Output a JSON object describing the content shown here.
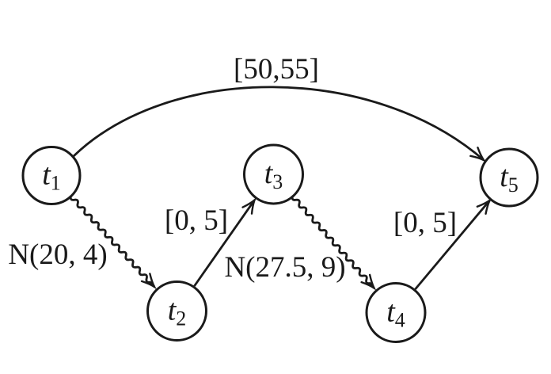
{
  "diagram": {
    "background": "#ffffff",
    "ink": "#1a1a1a",
    "nodes": [
      {
        "id": "t1",
        "base": "t",
        "sub": "1"
      },
      {
        "id": "t2",
        "base": "t",
        "sub": "2"
      },
      {
        "id": "t3",
        "base": "t",
        "sub": "3"
      },
      {
        "id": "t4",
        "base": "t",
        "sub": "4"
      },
      {
        "id": "t5",
        "base": "t",
        "sub": "5"
      }
    ],
    "edges": [
      {
        "from": "t1",
        "to": "t5",
        "label": "[50,55]",
        "style": "curved"
      },
      {
        "from": "t1",
        "to": "t2",
        "label": "N(20, 4)",
        "style": "wavy"
      },
      {
        "from": "t2",
        "to": "t3",
        "label": "[0, 5]",
        "style": "straight"
      },
      {
        "from": "t3",
        "to": "t4",
        "label": "N(27.5, 9)",
        "style": "wavy"
      },
      {
        "from": "t4",
        "to": "t5",
        "label": "[0, 5]",
        "style": "straight"
      }
    ]
  }
}
